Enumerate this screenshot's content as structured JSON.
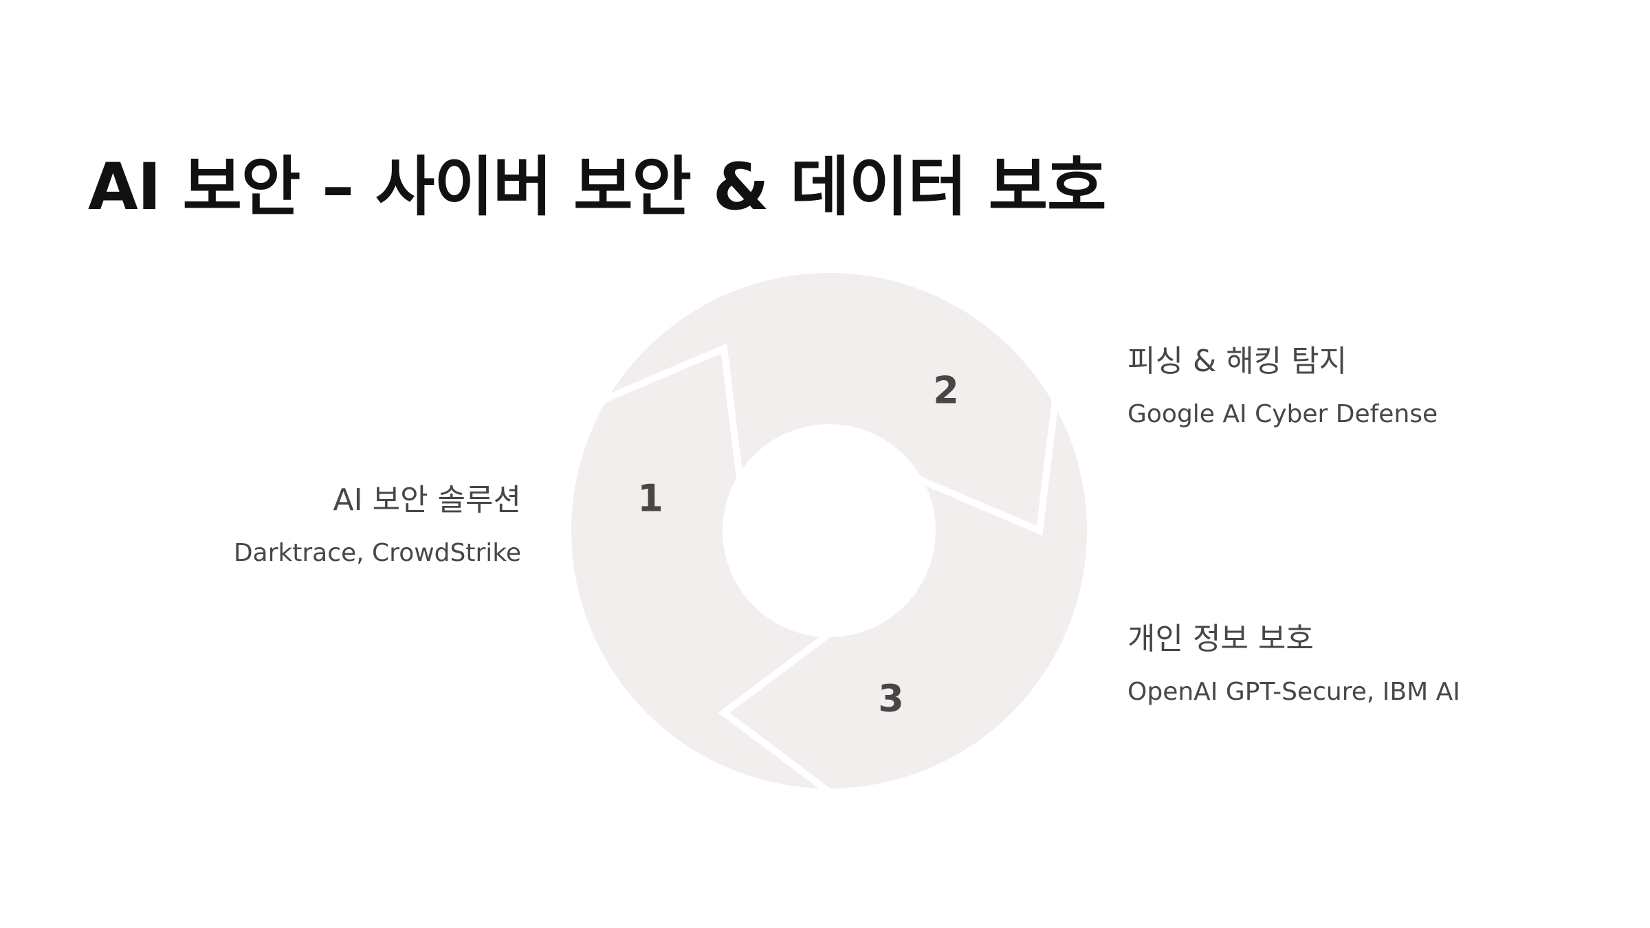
{
  "slide": {
    "title": "AI 보안 – 사이버 보안 & 데이터 보호"
  },
  "colors": {
    "segment_fill": "#f1eeed",
    "separator": "#ffffff",
    "text_dark": "#111111",
    "text_body": "#4a4646"
  },
  "cycle": {
    "segments": [
      {
        "number": "1",
        "heading": "AI 보안 솔루션",
        "detail": "Darktrace, CrowdStrike"
      },
      {
        "number": "2",
        "heading": "피싱 & 해킹 탐지",
        "detail": "Google AI Cyber Defense"
      },
      {
        "number": "3",
        "heading": "개인 정보 보호",
        "detail": "OpenAI GPT-Secure, IBM AI"
      }
    ]
  }
}
